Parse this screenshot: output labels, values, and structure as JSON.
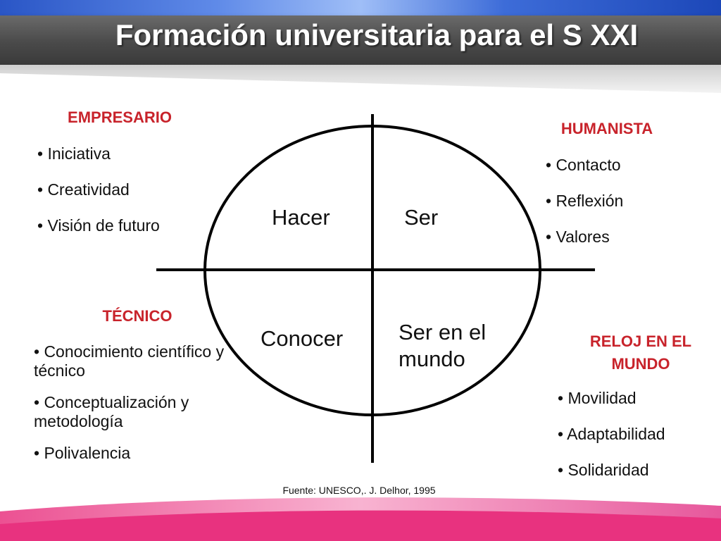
{
  "title": "Formación universitaria para el S XXI",
  "quadrants": {
    "top_left": "Hacer",
    "top_right": "Ser",
    "bottom_left": "Conocer",
    "bottom_right": "Ser en el mundo"
  },
  "empresario": {
    "heading": "EMPRESARIO",
    "items": [
      "• Iniciativa",
      "• Creatividad",
      "• Visión de futuro"
    ]
  },
  "humanista": {
    "heading": "HUMANISTA",
    "items": [
      "• Contacto",
      "• Reflexión",
      "• Valores"
    ]
  },
  "tecnico": {
    "heading": "TÉCNICO",
    "items": [
      "• Conocimiento científico y técnico",
      "• Conceptualización y metodología",
      "• Polivalencia"
    ]
  },
  "reloj": {
    "heading": "RELOJ EN EL MUNDO",
    "items": [
      "• Movilidad",
      "• Adaptabilidad",
      "• Solidaridad"
    ]
  },
  "source": "Fuente: UNESCO,. J. Delhor, 1995",
  "colors": {
    "heading": "#c8232b",
    "title_bar": "#4a4a4a",
    "accent_blue": "#2a56c6",
    "accent_pink": "#e23a8a"
  }
}
